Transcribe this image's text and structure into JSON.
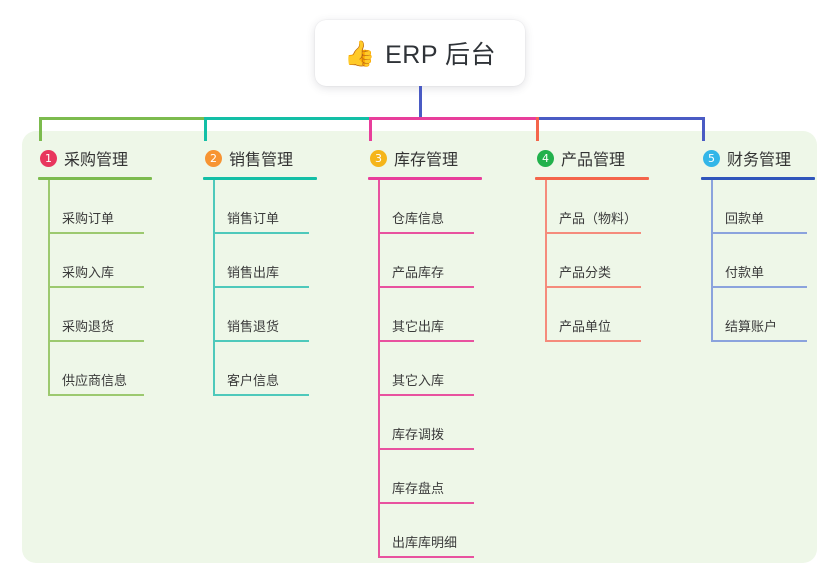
{
  "root": {
    "icon": "thumbs-up-icon",
    "icon_glyph": "👍",
    "title": "ERP 后台"
  },
  "theme": {
    "page_background": "#ffffff",
    "panel_background": "#eef7e8",
    "trunk_line": "#4a5bc4"
  },
  "columns": [
    {
      "number": "1",
      "title": "采购管理",
      "badge_color": "#e8365d",
      "rule_color": "#7cbb4e",
      "spine_color": "#9cc96f",
      "item_rule_color": "#9cc96f",
      "connector_color": "#7cbb4e",
      "items": [
        {
          "label": "采购订单"
        },
        {
          "label": "采购入库"
        },
        {
          "label": "采购退货"
        },
        {
          "label": "供应商信息"
        }
      ]
    },
    {
      "number": "2",
      "title": "销售管理",
      "badge_color": "#f79432",
      "rule_color": "#13bfa6",
      "spine_color": "#4ec9bb",
      "item_rule_color": "#4ec9bb",
      "connector_color": "#13bfa6",
      "items": [
        {
          "label": "销售订单"
        },
        {
          "label": "销售出库"
        },
        {
          "label": "销售退货"
        },
        {
          "label": "客户信息"
        }
      ]
    },
    {
      "number": "3",
      "title": "库存管理",
      "badge_color": "#f5b51a",
      "rule_color": "#e83e9b",
      "spine_color": "#e8529f",
      "item_rule_color": "#e8529f",
      "connector_color": "#e83e9b",
      "items": [
        {
          "label": "仓库信息"
        },
        {
          "label": "产品库存"
        },
        {
          "label": "其它出库"
        },
        {
          "label": "其它入库"
        },
        {
          "label": "库存调拨"
        },
        {
          "label": "库存盘点"
        },
        {
          "label": "出库库明细"
        }
      ]
    },
    {
      "number": "4",
      "title": "产品管理",
      "badge_color": "#22b14c",
      "rule_color": "#f4654b",
      "spine_color": "#f58b7c",
      "item_rule_color": "#f58b7c",
      "connector_color": "#f4654b",
      "items": [
        {
          "label": "产品（物料）"
        },
        {
          "label": "产品分类"
        },
        {
          "label": "产品单位"
        }
      ]
    },
    {
      "number": "5",
      "title": "财务管理",
      "badge_color": "#33b6e8",
      "rule_color": "#3055bb",
      "spine_color": "#8ba3dd",
      "item_rule_color": "#8ba3dd",
      "connector_color": "#4a5bc4",
      "items": [
        {
          "label": "回款单"
        },
        {
          "label": "付款单"
        },
        {
          "label": "结算账户"
        }
      ]
    }
  ]
}
